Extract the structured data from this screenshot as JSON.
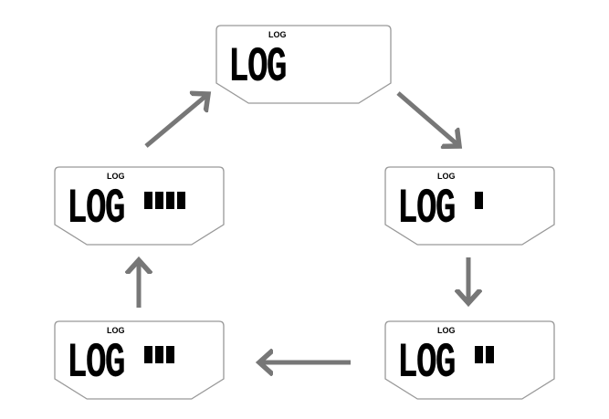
{
  "colors": {
    "arrow": "#777777",
    "frame": "#999999",
    "segments": "#000000"
  },
  "displays": [
    {
      "id": "display-top",
      "label": "LOG",
      "text": "LOG",
      "bars": 0
    },
    {
      "id": "display-right",
      "label": "LOG",
      "text": "LOG",
      "bars": 1
    },
    {
      "id": "display-bottom-right",
      "label": "LOG",
      "text": "LOG",
      "bars": 2
    },
    {
      "id": "display-bottom-left",
      "label": "LOG",
      "text": "LOG",
      "bars": 3
    },
    {
      "id": "display-left",
      "label": "LOG",
      "text": "LOG",
      "bars": 4
    }
  ],
  "flow": [
    "display-top",
    "display-right",
    "display-bottom-right",
    "display-bottom-left",
    "display-left",
    "display-top"
  ]
}
